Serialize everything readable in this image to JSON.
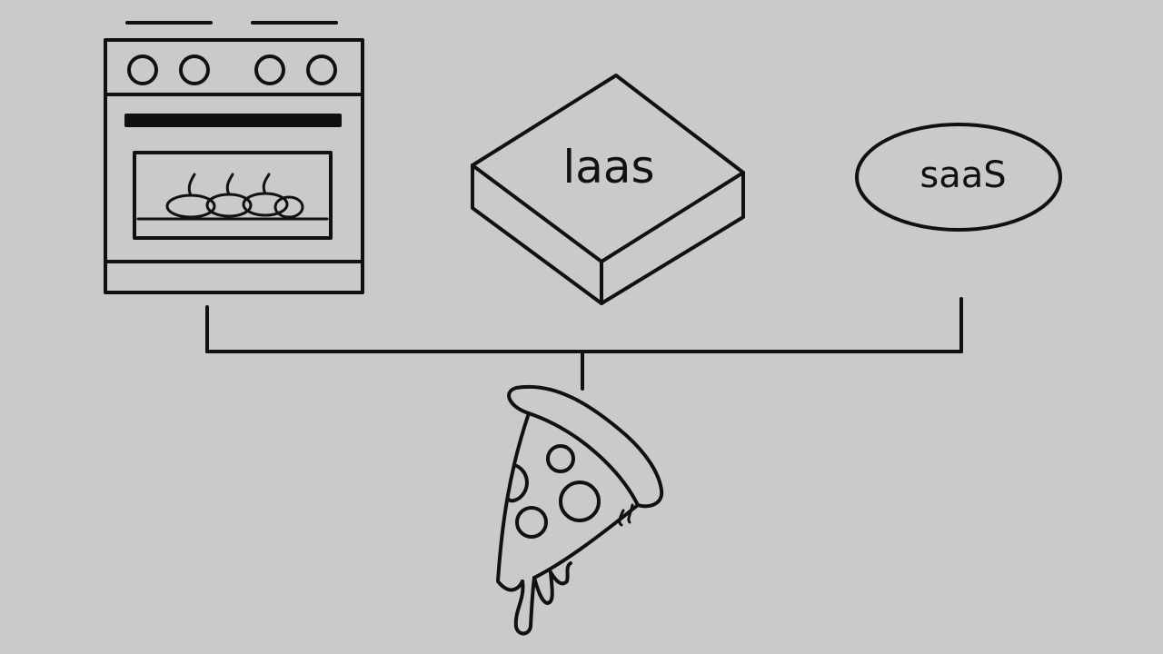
{
  "diagram": {
    "nodes": [
      {
        "id": "oven",
        "icon": "oven-icon",
        "label": ""
      },
      {
        "id": "iaas",
        "icon": "box-icon",
        "label": "laas"
      },
      {
        "id": "saas",
        "icon": "ellipse-icon",
        "label": "saaS"
      },
      {
        "id": "pizza",
        "icon": "pizza-slice-icon",
        "label": ""
      }
    ],
    "edges": [
      {
        "from": "oven",
        "to": "pizza"
      },
      {
        "from": "saas",
        "to": "pizza"
      }
    ],
    "colors": {
      "background": "#c8cbca",
      "ink": "#111111"
    }
  }
}
